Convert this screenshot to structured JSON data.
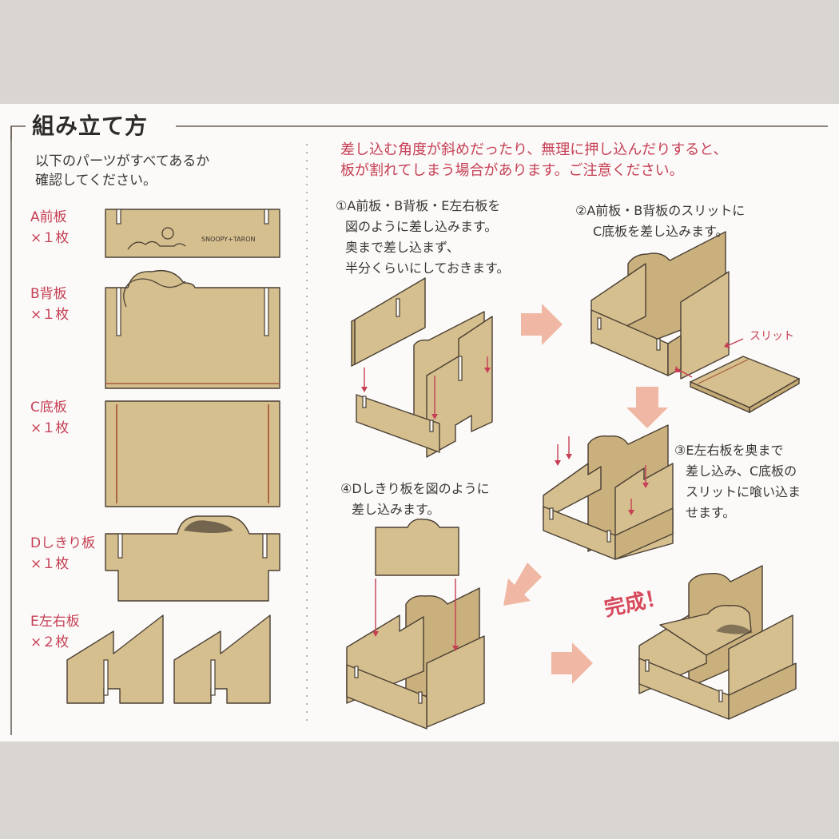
{
  "header": {
    "title": "組み立て方",
    "check_note_line1": "以下のパーツがすべてあるか",
    "check_note_line2": "確認してください。"
  },
  "parts": [
    {
      "label": "A前板",
      "count": "×１枚",
      "print": "SNOOPY+TARON"
    },
    {
      "label": "B背板",
      "count": "×１枚"
    },
    {
      "label": "C底板",
      "count": "×１枚"
    },
    {
      "label": "Dしきり板",
      "count": "×１枚"
    },
    {
      "label": "E左右板",
      "count": "×２枚"
    }
  ],
  "warning": {
    "line1": "差し込む角度が斜めだったり、無理に押し込んだりすると、",
    "line2": "板が割れてしまう場合があります。ご注意ください。"
  },
  "steps": [
    {
      "lines": [
        "①A前板・B背板・E左右板を",
        "図のように差し込みます。",
        "奥まで差し込まず、",
        "半分くらいにしておきます。"
      ]
    },
    {
      "lines": [
        "②A前板・B背板のスリットに",
        "C底板を差し込みます。"
      ]
    },
    {
      "lines": [
        "③E左右板を奥まで",
        "差し込み、C底板の",
        "スリットに喰い込ま",
        "せます。"
      ]
    },
    {
      "lines": [
        "④Dしきり板を図のように",
        "差し込みます。"
      ]
    }
  ],
  "slit_label": "スリット",
  "complete_label": "完成！",
  "colors": {
    "board": "#d6bf8e",
    "outline": "#4a3f34",
    "accent": "#c63f55",
    "arrow": "#efb7a4",
    "card": "#fbfaf8"
  }
}
